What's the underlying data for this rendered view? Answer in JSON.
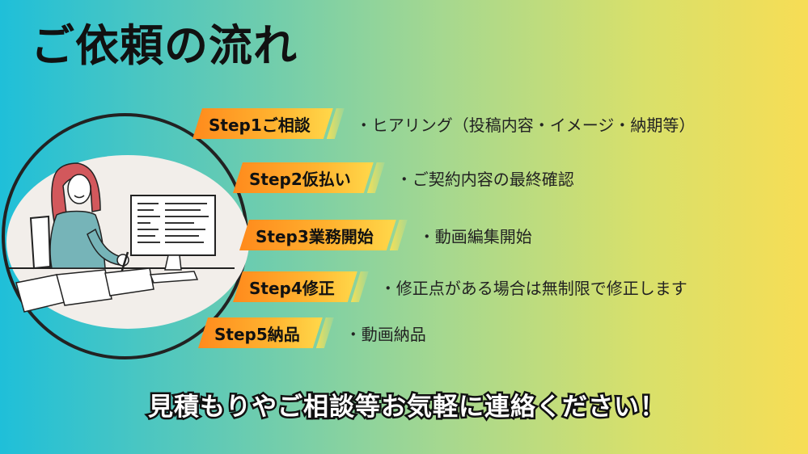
{
  "title": "ご依頼の流れ",
  "steps": [
    {
      "label": "Step1ご相談",
      "desc": "・ヒアリング（投稿内容・イメージ・納期等）"
    },
    {
      "label": "Step2仮払い",
      "desc": "・ご契約内容の最終確認"
    },
    {
      "label": "Step3業務開始",
      "desc": "・動画編集開始"
    },
    {
      "label": "Step4修正",
      "desc": "・修正点がある場合は無制限で修正します"
    },
    {
      "label": "Step5納品",
      "desc": "・動画納品"
    }
  ],
  "footer": "見積もりやご相談等お気軽に連絡ください！",
  "colors": {
    "badge": "#ff9a22",
    "bg_left": "#1fbfd9",
    "bg_right": "#f7dd55"
  },
  "illustration": {
    "icon": "woman-at-computer-illustration"
  }
}
